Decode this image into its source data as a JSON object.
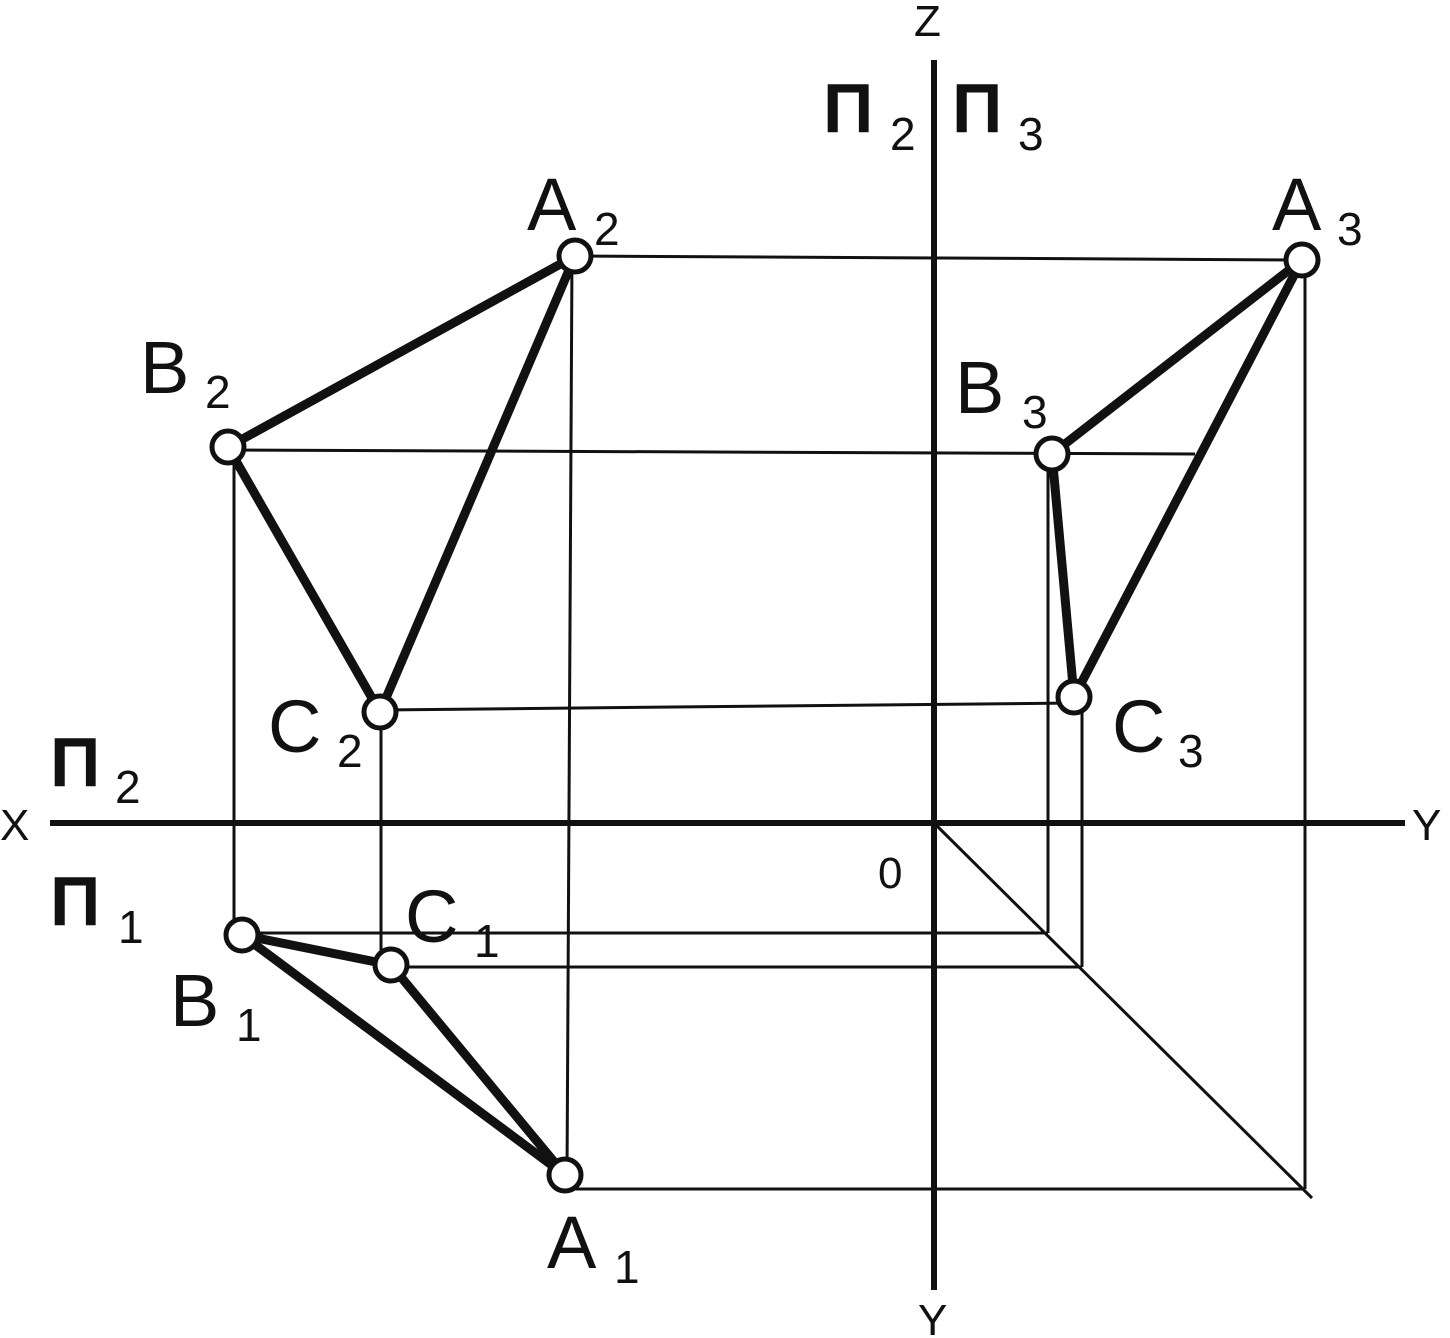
{
  "axes": {
    "x": "X",
    "y_horizontal": "Y",
    "y_vertical": "Y",
    "z": "Z",
    "origin": "0"
  },
  "planes": {
    "top_left": {
      "main": "П",
      "sub": "2"
    },
    "top_right": {
      "main": "П",
      "sub": "3"
    },
    "left_upper": {
      "main": "П",
      "sub": "2"
    },
    "left_lower": {
      "main": "П",
      "sub": "1"
    }
  },
  "points": {
    "A2": {
      "letter": "A",
      "sub": "2"
    },
    "B2": {
      "letter": "B",
      "sub": "2"
    },
    "C2": {
      "letter": "C",
      "sub": "2"
    },
    "A3": {
      "letter": "A",
      "sub": "3"
    },
    "B3": {
      "letter": "B",
      "sub": "3"
    },
    "C3": {
      "letter": "C",
      "sub": "3"
    },
    "A1": {
      "letter": "A",
      "sub": "1"
    },
    "B1": {
      "letter": "B",
      "sub": "1"
    },
    "C1": {
      "letter": "C",
      "sub": "1"
    }
  }
}
